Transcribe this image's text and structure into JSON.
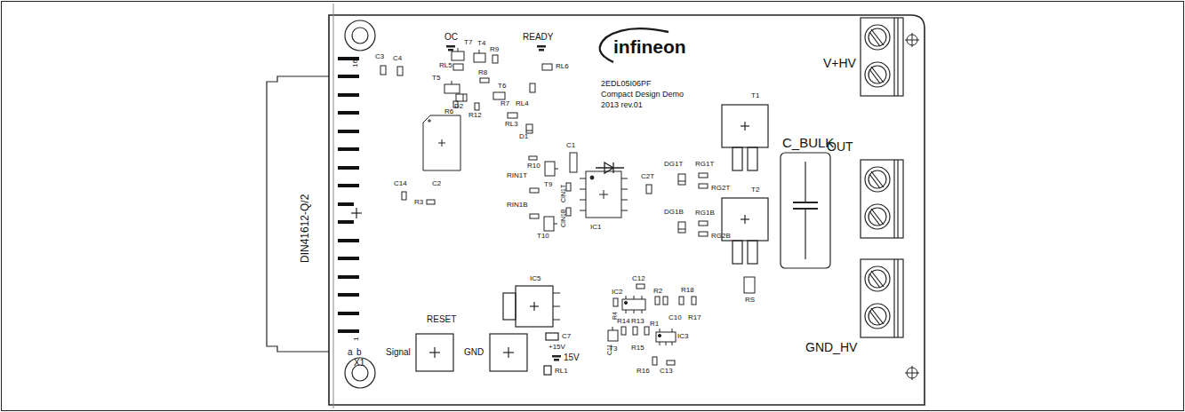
{
  "diagram": {
    "labels": [
      "16",
      "1",
      "DIN41612-Q/2",
      "a",
      "b",
      "X1",
      "C3",
      "C4",
      "OC",
      "T7",
      "READY",
      "T4",
      "RL5",
      "R9",
      "RL6",
      "T5",
      "R8",
      "T6",
      "D2",
      "R6",
      "R12",
      "R7",
      "RL4",
      "RL3",
      "D1",
      "R10",
      "C2",
      "C1",
      "C14",
      "R3",
      "RIN1T",
      "T9",
      "CIN1T",
      "RIN1B",
      "CIN1B",
      "T10",
      "IC1",
      "infineon",
      "2EDL05I06PF",
      "Compact Design Demo",
      "2013 rev.01",
      "T1",
      "C2T",
      "DG1T",
      "RG1T",
      "RG2T",
      "DG1B",
      "RG1B",
      "RG2B",
      "T2",
      "C_BULK",
      "V+HV",
      "OUT",
      "GND_HV",
      "C12",
      "IC2",
      "R2",
      "R18",
      "R4",
      "R14",
      "R13",
      "R1",
      "C10",
      "R17",
      "IC3",
      "C11",
      "T3",
      "R15",
      "R16",
      "C13",
      "RS",
      "IC5",
      "C7",
      "+15V",
      "15V",
      "RL1",
      "RESET",
      "Signal",
      "GND"
    ]
  }
}
